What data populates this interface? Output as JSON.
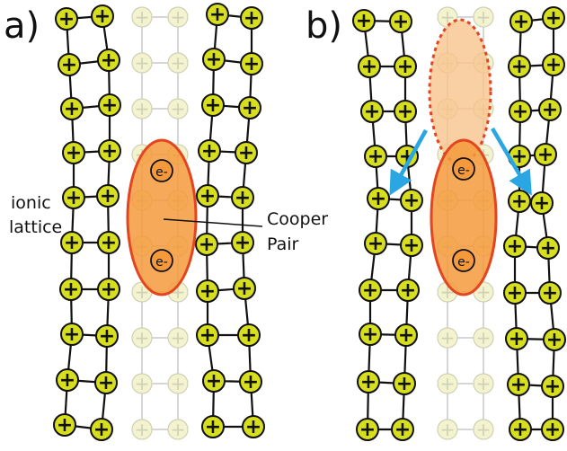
{
  "panels": [
    {
      "id": "a",
      "label": "a)",
      "labels": {
        "lattice": [
          "ionic",
          "lattice"
        ],
        "pair": [
          "Cooper",
          "Pair"
        ]
      },
      "electrons": [
        "e-",
        "e-"
      ]
    },
    {
      "id": "b",
      "label": "b)",
      "electrons": [
        "e-",
        "e-"
      ]
    }
  ],
  "glyphs": {
    "ion": "+",
    "faded_ion": "+"
  },
  "colors": {
    "ion_fill": "#d6de1e",
    "ion_stroke": "#111111",
    "bond": "#111111",
    "faded_fill": "#f3f4cf",
    "faded_stroke": "#cfd1b4",
    "faded_bond": "#c8c8c8",
    "pair_fill": "#f49a3c",
    "pair_stroke": "#e2451f",
    "ghost_fill": "#f7c38d",
    "arrow": "#2aa6e2"
  }
}
